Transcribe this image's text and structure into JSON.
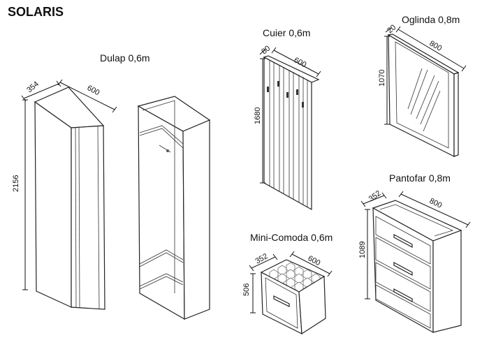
{
  "brand": "SOLARIS",
  "products": {
    "dulap": {
      "label": "Dulap 0,6m",
      "depth": "354",
      "width": "600",
      "height": "2156"
    },
    "cuier": {
      "label": "Cuier 0,6m",
      "depth": "80",
      "width": "600",
      "height": "1680"
    },
    "oglinda": {
      "label": "Oglinda 0,8m",
      "depth": "20",
      "width": "800",
      "height": "1070"
    },
    "pantofar": {
      "label": "Pantofar 0,8m",
      "depth": "352",
      "width": "800",
      "height": "1089"
    },
    "mini_comoda": {
      "label": "Mini-Comoda 0,6m",
      "depth": "352",
      "width": "600",
      "height": "506"
    }
  }
}
